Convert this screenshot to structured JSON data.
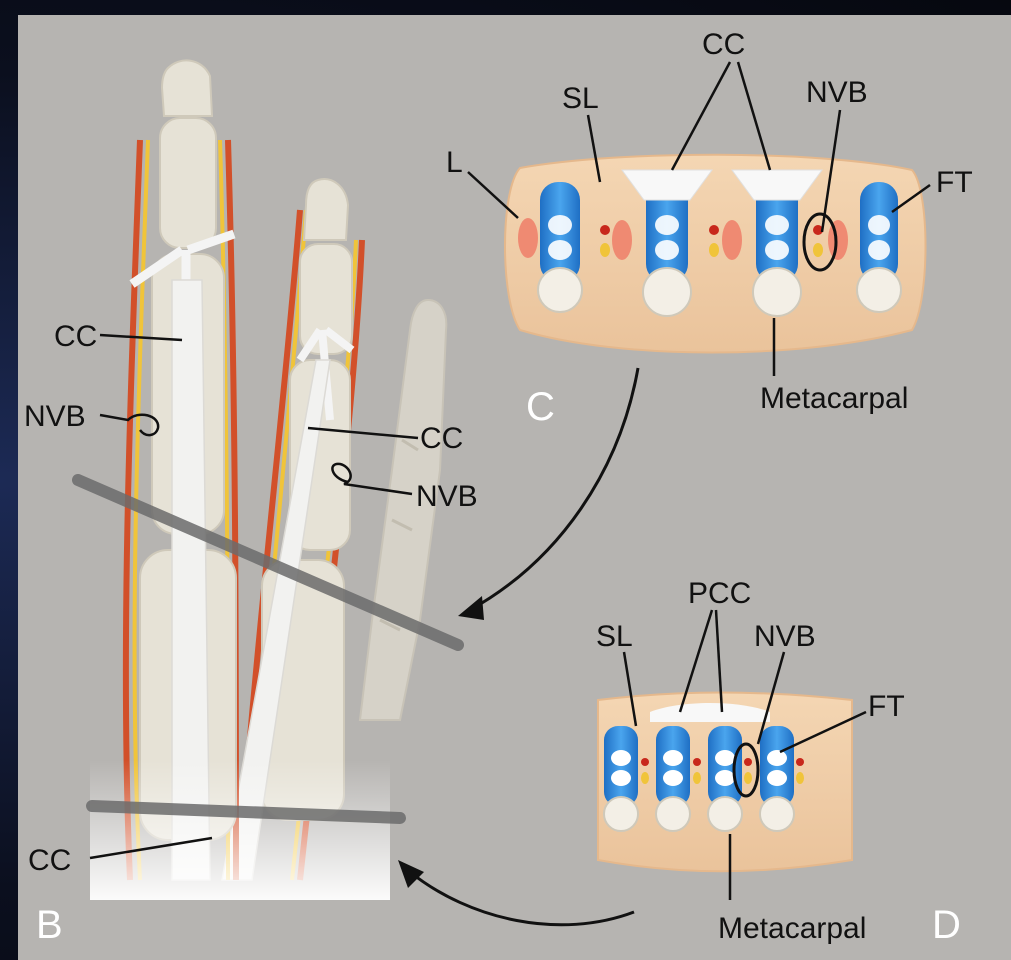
{
  "figure": {
    "panels": {
      "b": "B",
      "c": "C",
      "d": "D"
    },
    "labels": {
      "cc": "CC",
      "sl": "SL",
      "nvb": "NVB",
      "l": "L",
      "ft": "FT",
      "pcc": "PCC",
      "metacarpal": "Metacarpal"
    },
    "colors": {
      "background": "#b6b4b1",
      "bone": "#e6e2d6",
      "tendon": "#2e8be0",
      "artery": "#d2502a",
      "nerve": "#f0c43a",
      "skin": "#f1cfa8",
      "ligament": "#f4f4f4"
    }
  }
}
